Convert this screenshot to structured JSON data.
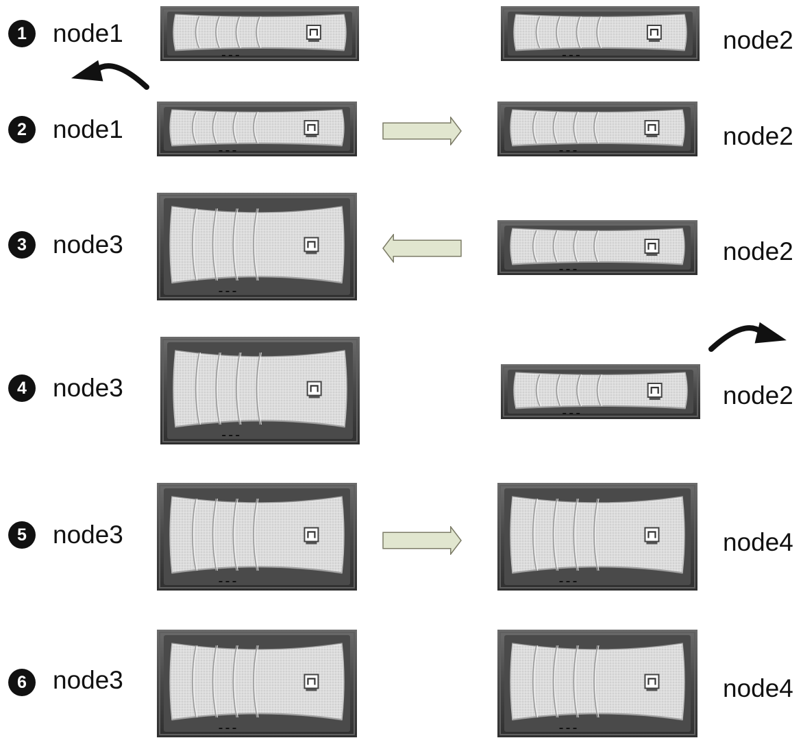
{
  "steps": [
    {
      "number": "1",
      "left_node": "node1",
      "right_node": "node2",
      "action": "left-node-removed"
    },
    {
      "number": "2",
      "left_node": "node1",
      "right_node": "node2",
      "action": "move-left-to-right"
    },
    {
      "number": "3",
      "left_node": "node3",
      "right_node": "node2",
      "action": "move-right-to-left"
    },
    {
      "number": "4",
      "left_node": "node3",
      "right_node": "node2",
      "action": "right-node-removed"
    },
    {
      "number": "5",
      "left_node": "node3",
      "right_node": "node4",
      "action": "move-left-to-right"
    },
    {
      "number": "6",
      "left_node": "node3",
      "right_node": "node4",
      "action": "none"
    }
  ],
  "colors": {
    "badge": "#111111",
    "chassis": "#4a4a4a",
    "bezel": "#d8d8d8",
    "transfer_arrow_fill": "#e1e6cf",
    "curved_arrow": "#111111"
  }
}
